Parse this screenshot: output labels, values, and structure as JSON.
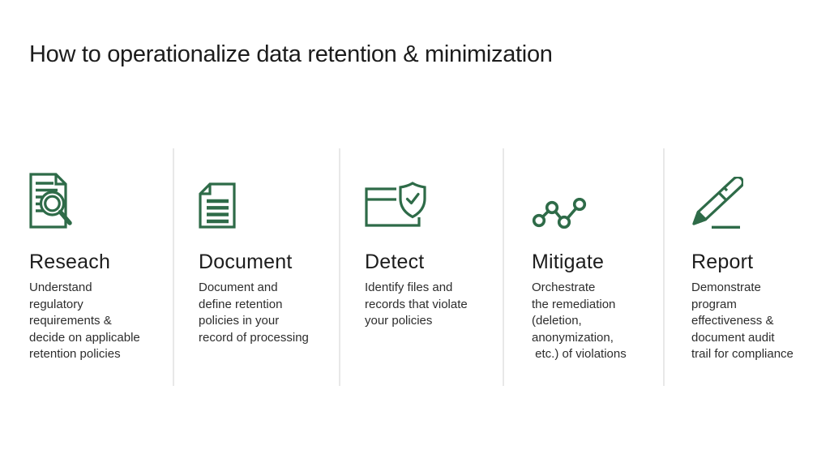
{
  "slide": {
    "title": "How to operationalize data retention & minimization"
  },
  "colors": {
    "accent_green": "#2E6B48",
    "title_text": "#1c1c1c",
    "body_text": "#2d2d2d",
    "divider": "#e8e8e8",
    "background": "#ffffff"
  },
  "steps": [
    {
      "icon": "document-magnifier-icon",
      "title": "Reseach",
      "description": "Understand\nregulatory\nrequirements &\ndecide on applicable\nretention policies"
    },
    {
      "icon": "document-lines-icon",
      "title": "Document",
      "description": "Document and\ndefine retention\npolicies in your\nrecord of processing"
    },
    {
      "icon": "tray-shield-check-icon",
      "title": "Detect",
      "description": "Identify files and\nrecords that violate\nyour policies"
    },
    {
      "icon": "node-graph-icon",
      "title": "Mitigate",
      "description": "Orchestrate\nthe remediation\n(deletion,\nanonymization,\n etc.) of violations"
    },
    {
      "icon": "pencil-underline-icon",
      "title": "Report",
      "description": "Demonstrate\nprogram\neffectiveness &\ndocument audit\ntrail for compliance"
    }
  ]
}
